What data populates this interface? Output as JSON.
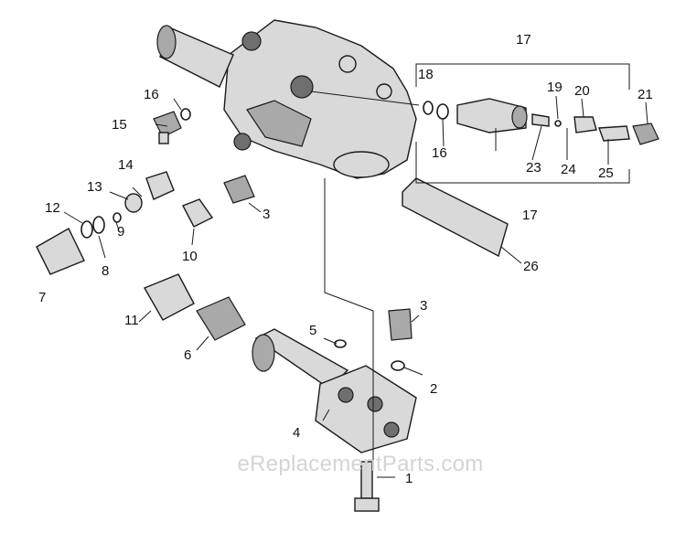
{
  "watermark": "eReplacementParts.com",
  "callouts": [
    "1",
    "2",
    "3",
    "3",
    "4",
    "5",
    "6",
    "7",
    "8",
    "9",
    "10",
    "11",
    "12",
    "13",
    "14",
    "15",
    "16",
    "16",
    "17",
    "17",
    "18",
    "19",
    "20",
    "21",
    "23",
    "24",
    "25",
    "26"
  ]
}
